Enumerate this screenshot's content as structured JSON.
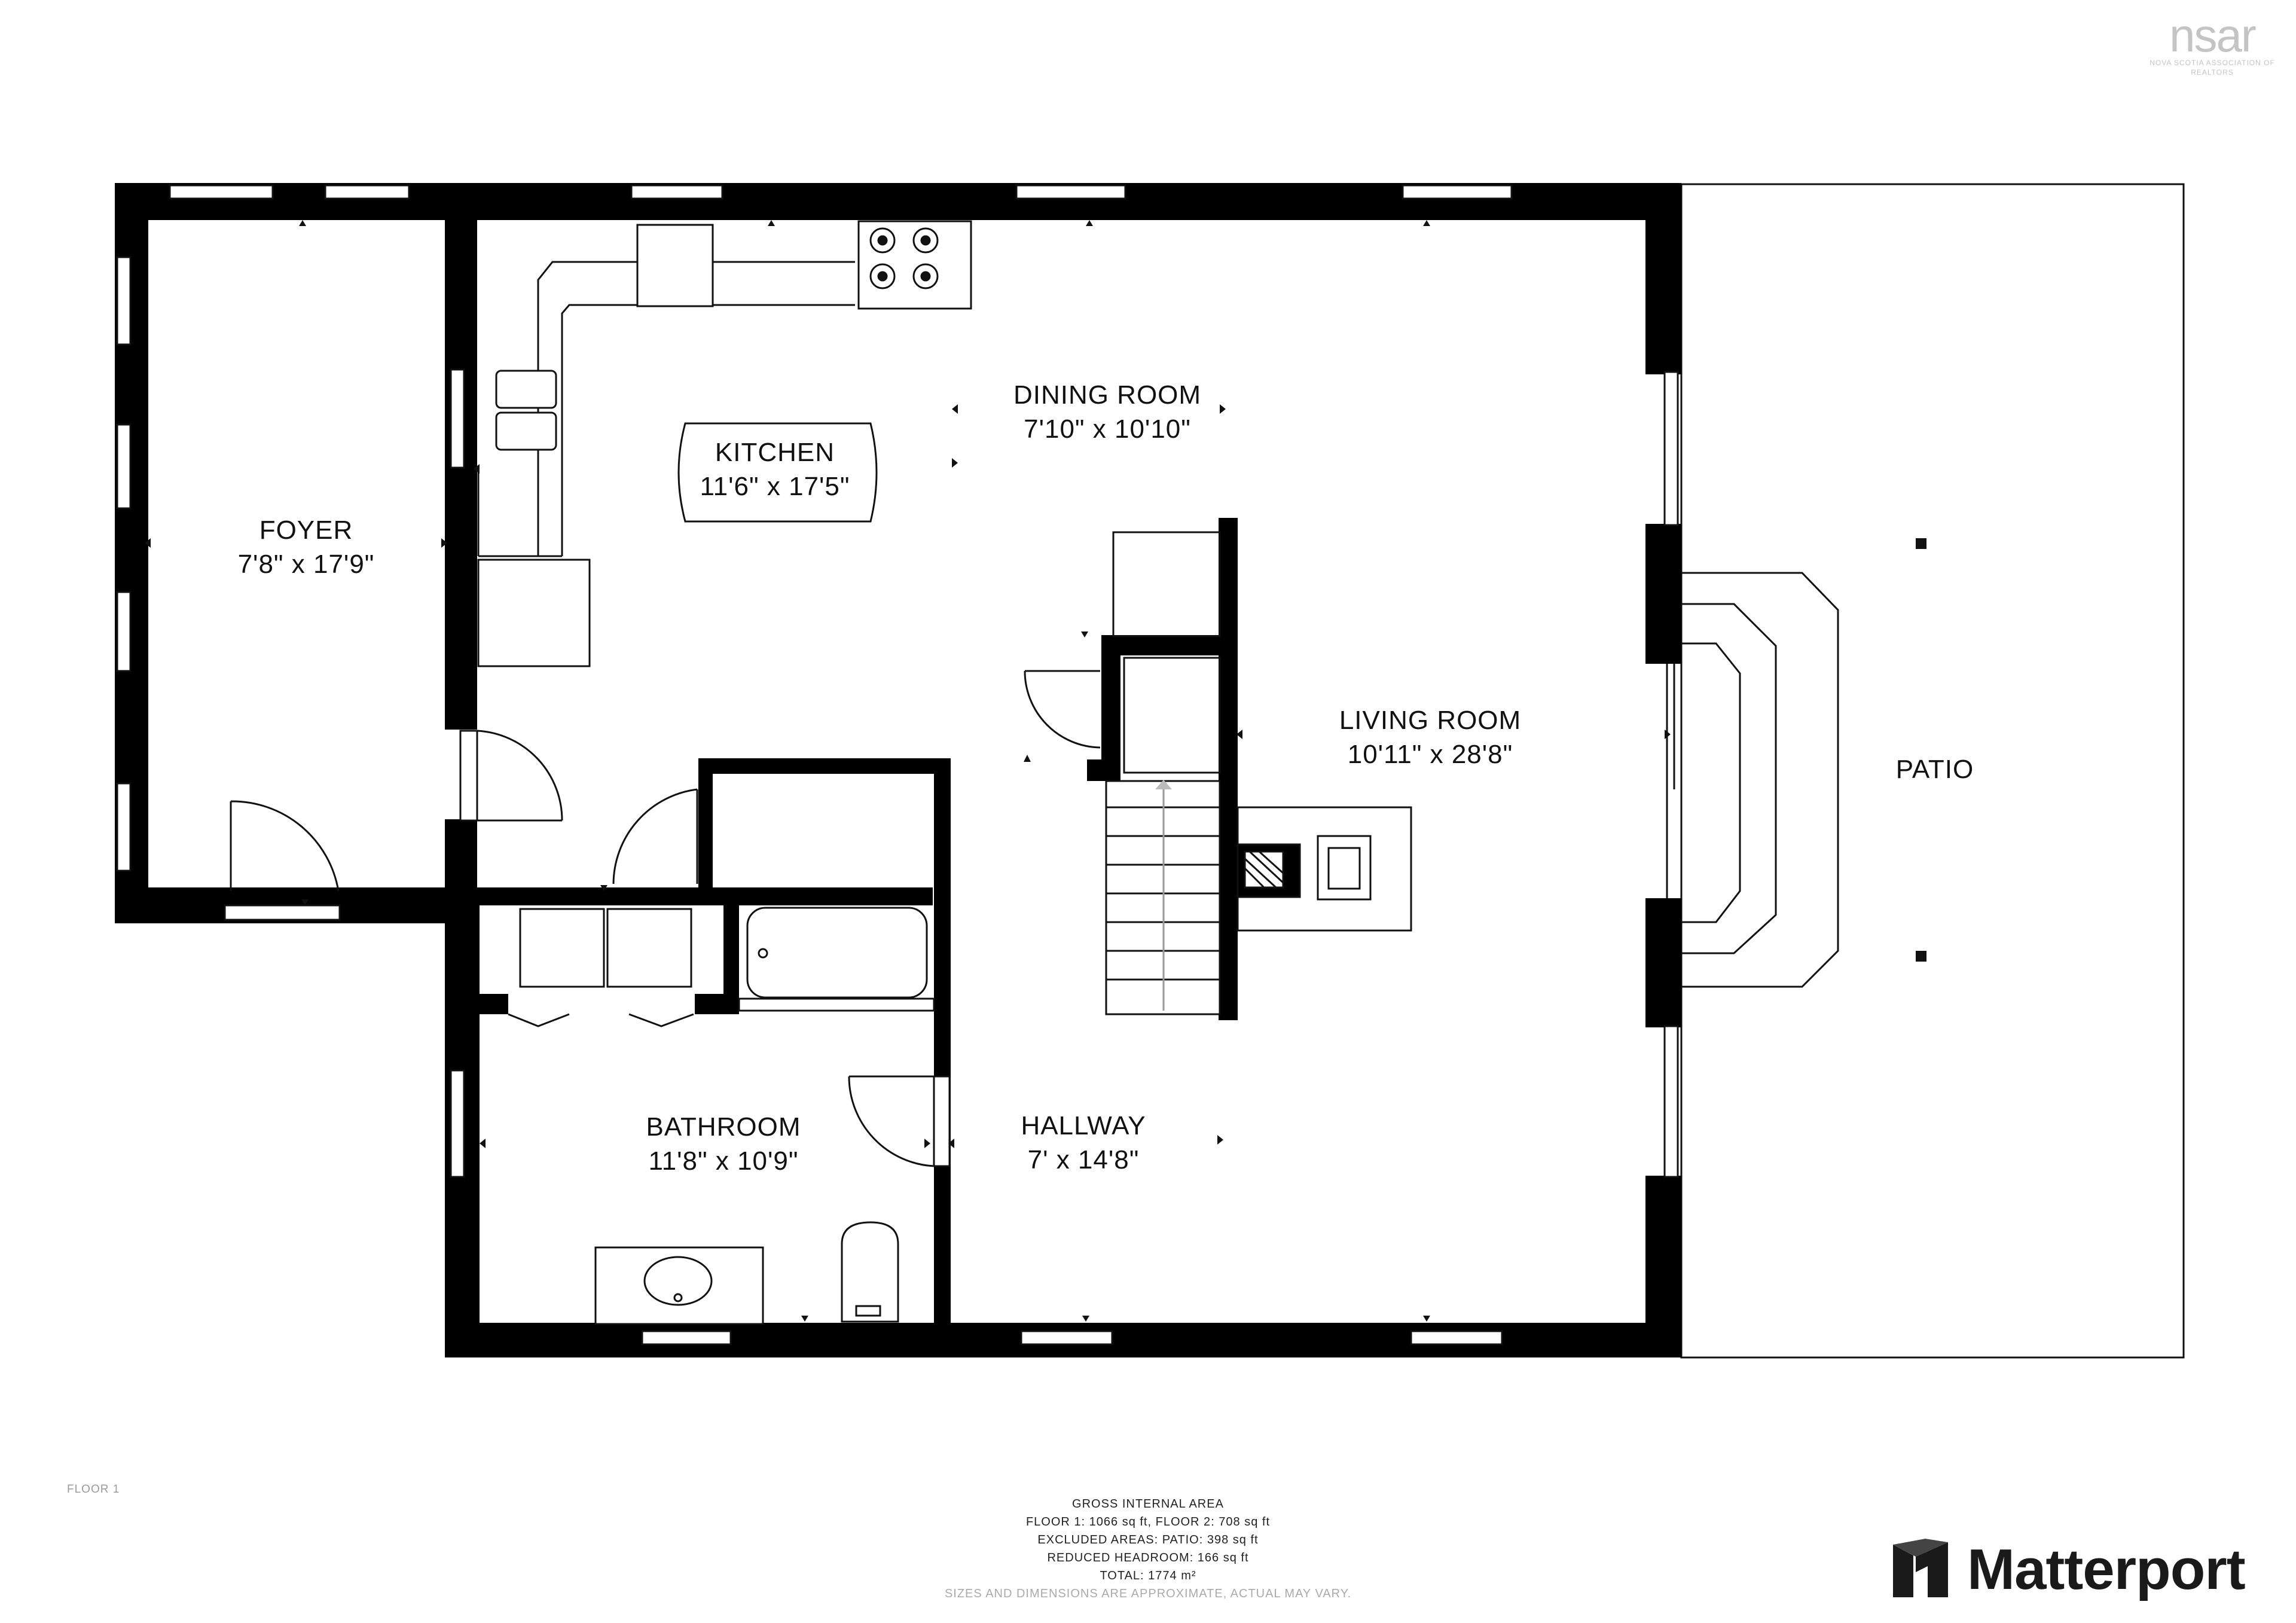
{
  "brand": {
    "nsar_logo_text": "nsar",
    "nsar_subtitle": "NOVA SCOTIA ASSOCIATION OF REALTORS",
    "matterport_text": "Matterport"
  },
  "floor_label": "FLOOR 1",
  "rooms": {
    "foyer": {
      "name": "FOYER",
      "dims": "7'8\" x 17'9\""
    },
    "kitchen": {
      "name": "KITCHEN",
      "dims": "11'6\" x 17'5\""
    },
    "dining_room": {
      "name": "DINING ROOM",
      "dims": "7'10\" x 10'10\""
    },
    "living_room": {
      "name": "LIVING ROOM",
      "dims": "10'11\" x 28'8\""
    },
    "bathroom": {
      "name": "BATHROOM",
      "dims": "11'8\" x 10'9\""
    },
    "hallway": {
      "name": "HALLWAY",
      "dims": "7' x 14'8\""
    },
    "patio": {
      "name": "PATIO"
    }
  },
  "area_summary": {
    "title": "GROSS INTERNAL AREA",
    "line1": "FLOOR 1: 1066 sq ft, FLOOR 2: 708 sq ft",
    "line2": "EXCLUDED AREAS: PATIO: 398 sq ft",
    "line3": "REDUCED HEADROOM: 166 sq ft",
    "total": "TOTAL: 1774 m²",
    "note": "SIZES AND DIMENSIONS ARE APPROXIMATE, ACTUAL MAY VARY."
  }
}
